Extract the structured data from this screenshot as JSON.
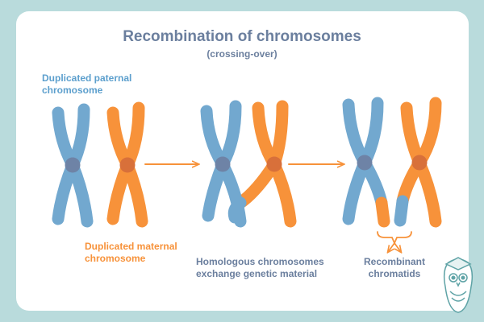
{
  "title": "Recombination of chromosomes",
  "subtitle": "(crossing-over)",
  "labels": {
    "paternal": [
      "Duplicated paternal",
      "chromosome"
    ],
    "maternal": [
      "Duplicated maternal",
      "chromosome"
    ],
    "homologous": [
      "Homologous chromosomes",
      "exchange genetic material"
    ],
    "recombinant": [
      "Recombinant",
      "chromatids"
    ]
  },
  "colors": {
    "background": "#b9dbdc",
    "paternal": "#72a8cf",
    "maternal": "#f7923a",
    "centromere_paternal": "#6e83a6",
    "centromere_maternal": "#d8703a",
    "title": "#6b7f9e"
  },
  "stages": [
    "duplicated-homologous-pair",
    "crossing-over",
    "recombinant-chromatids"
  ],
  "icons": [
    "arrow-right-icon",
    "arrow-right-icon",
    "bracket-arrow-icon",
    "owl-mascot-icon"
  ]
}
